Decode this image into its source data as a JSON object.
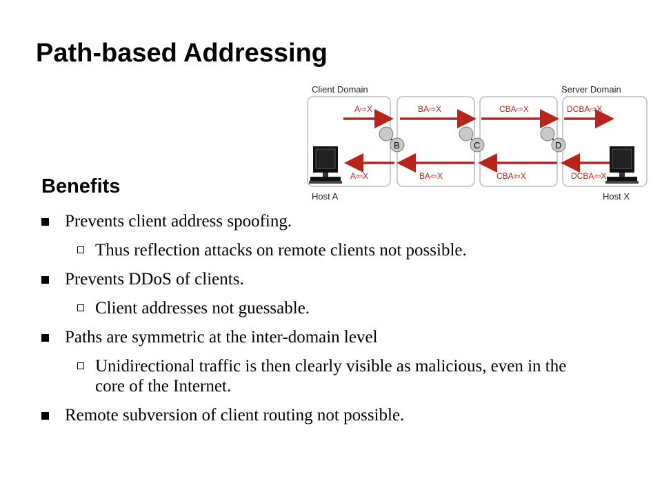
{
  "title": "Path-based Addressing",
  "heading": "Benefits",
  "bullets": [
    {
      "text": "Prevents client address spoofing.",
      "sub": "Thus reflection attacks on remote clients not possible."
    },
    {
      "text": "Prevents DDoS of clients.",
      "sub": "Client addresses not guessable."
    },
    {
      "text": "Paths are symmetric at the inter-domain level",
      "sub": "Unidirectional traffic is then clearly visible as malicious, even in the core of the Internet."
    },
    {
      "text": "Remote subversion of client routing not possible.",
      "sub": null
    }
  ],
  "diagram": {
    "client_domain": "Client Domain",
    "server_domain": "Server Domain",
    "host_a": "Host A",
    "host_x": "Host X",
    "routers": [
      "B",
      "C",
      "D"
    ],
    "forward_labels": [
      "A⇨X",
      "BA⇨X",
      "CBA⇨X",
      "DCBA⇨X"
    ],
    "reverse_labels": [
      "A⇦X",
      "BA⇦X",
      "CBA⇦X",
      "DCBA⇦X"
    ],
    "arrow_color": "#b8231a"
  }
}
